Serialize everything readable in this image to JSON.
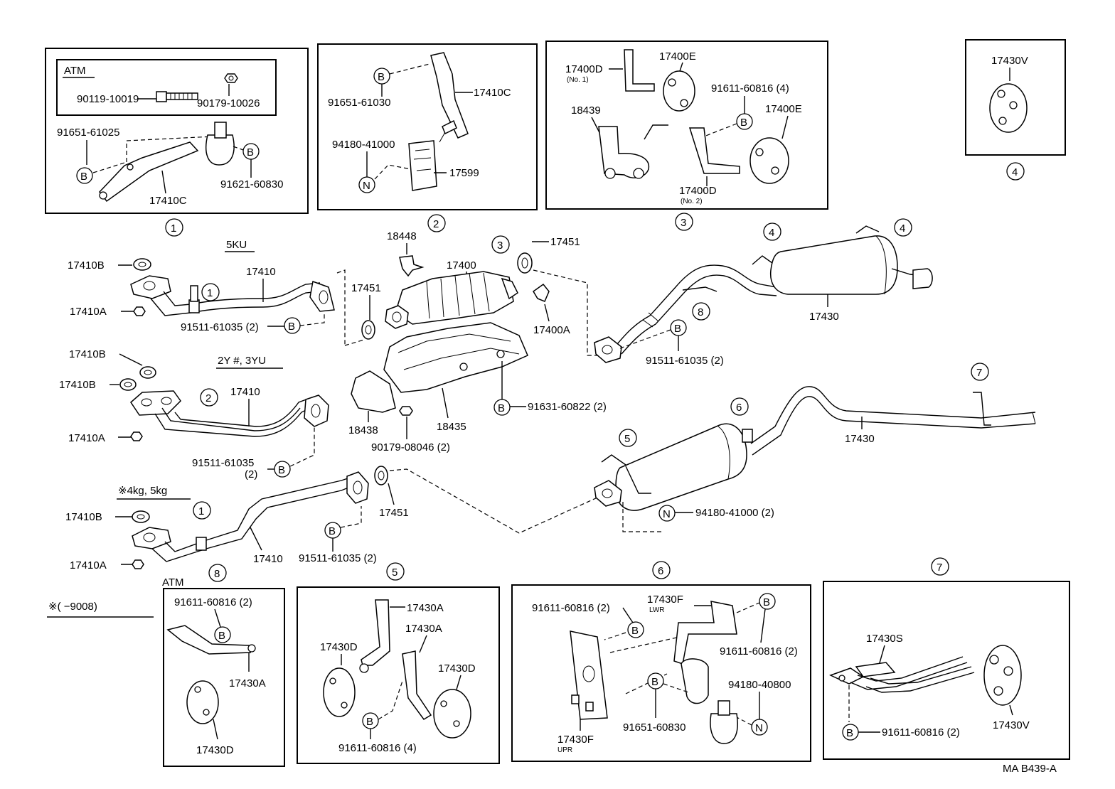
{
  "diagram": {
    "callouts": {
      "c1": "1",
      "c2": "2",
      "c3": "3",
      "c4": "4",
      "c5": "5",
      "c6": "6",
      "c7": "7",
      "c8": "8"
    },
    "symbols": {
      "b": "B",
      "n": "N"
    },
    "box1": {
      "atm_label": "ATM",
      "p_90119_10019": "90119-10019",
      "p_90179_10026": "90179-10026",
      "p_91651_61025": "91651-61025",
      "p_17410C": "17410C",
      "p_91621_60830": "91621-60830"
    },
    "box2": {
      "p_91651_61030": "91651-61030",
      "p_17410C": "17410C",
      "p_94180_41000": "94180-41000",
      "p_17599": "17599"
    },
    "box3": {
      "p_17400D_1": "17400D",
      "p_17400D_1_sub": "(No. 1)",
      "p_17400E_a": "17400E",
      "p_91611_60816": "91611-60816 (4)",
      "p_18439": "18439",
      "p_17400E_b": "17400E",
      "p_17400D_2": "17400D",
      "p_17400D_2_sub": "(No. 2)"
    },
    "box4": {
      "p_17430V": "17430V"
    },
    "main": {
      "p_5KU": "5KU",
      "p_17410B_1": "17410B",
      "p_17410_1": "17410",
      "p_17410A_1": "17410A",
      "p_91511_61035_1": "91511-61035 (2)",
      "p_18448": "18448",
      "p_17400": "17400",
      "p_17451_top": "17451",
      "p_17451_left": "17451",
      "p_17400A": "17400A",
      "p_17410B_2a": "17410B",
      "p_2Y3YU": "2Y #, 3YU",
      "p_17410B_2b": "17410B",
      "p_17410_2": "17410",
      "p_17410A_2": "17410A",
      "p_91511_61035_2": "91511-61035",
      "p_91511_61035_2b": "(2)",
      "p_18438": "18438",
      "p_18435": "18435",
      "p_90179_08046": "90179-08046 (2)",
      "p_91631_60822": "91631-60822 (2)",
      "p_4kg5kg": "※4kg, 5kg",
      "p_17410B_3": "17410B",
      "p_17410_3": "17410",
      "p_17410A_3": "17410A",
      "p_91511_61035_3": "91511-61035 (2)",
      "p_17451_bottom": "17451",
      "p_17430_upper": "17430",
      "p_91511_61035_4": "91511-61035 (2)",
      "p_17430_lower": "17430",
      "p_94180_41000": "94180-41000 (2)"
    },
    "box8": {
      "atm_label": "ATM",
      "note": "※(        −9008)",
      "p_91611_60816": "91611-60816 (2)",
      "p_17430A": "17430A",
      "p_17430D": "17430D"
    },
    "box5": {
      "p_17430A_a": "17430A",
      "p_17430A_b": "17430A",
      "p_17430D_a": "17430D",
      "p_17430D_b": "17430D",
      "p_91611_60816": "91611-60816 (4)"
    },
    "box6": {
      "p_91611_60816_a": "91611-60816 (2)",
      "p_17430F_lwr": "17430F",
      "p_lwr": "LWR",
      "p_91611_60816_b": "91611-60816 (2)",
      "p_94180_40800": "94180-40800",
      "p_91651_60830": "91651-60830",
      "p_17430F_upr": "17430F",
      "p_upr": "UPR"
    },
    "box7": {
      "p_17430S": "17430S",
      "p_91611_60816": "91611-60816 (2)",
      "p_17430V": "17430V"
    },
    "footer_code": "MA  B439-A"
  }
}
